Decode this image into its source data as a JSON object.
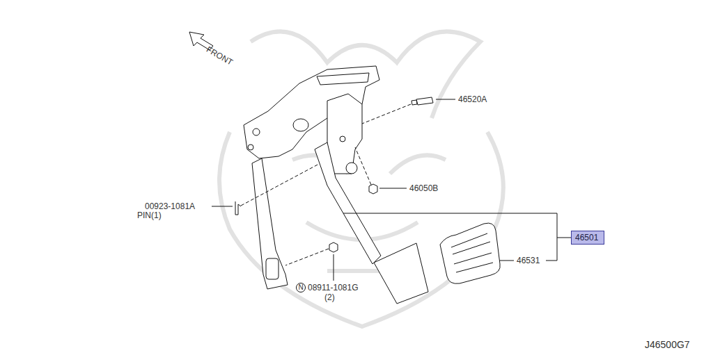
{
  "diagram": {
    "nodes": [
      {
        "text": [
          "46501"
        ]
      }
    ],
    "labels": [
      "FRONT",
      "46520A",
      "46050B",
      "00923-1081A",
      "PIN(1)",
      "N",
      "08911-1081G",
      "(2)",
      "46531",
      "J46500G7"
    ]
  }
}
